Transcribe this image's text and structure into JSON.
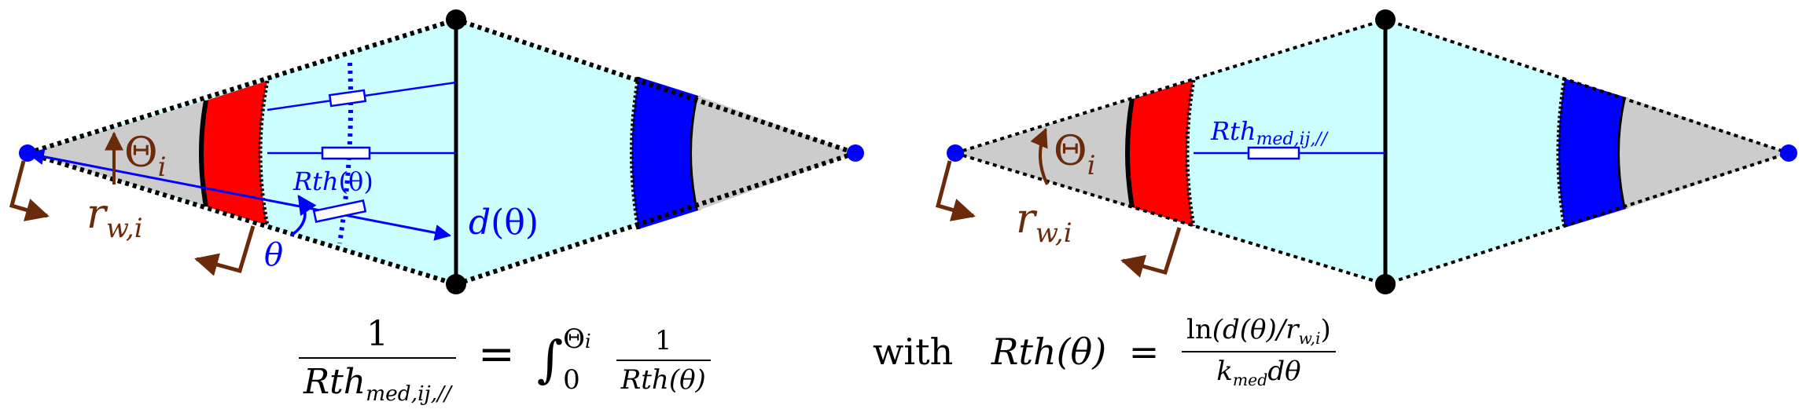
{
  "colors": {
    "cell_fill": "#ccffff",
    "sector_grey": "#cccccc",
    "red_block": "#ff0000",
    "blue_block": "#0000ff",
    "annotation_blue": "#0000ff",
    "annotation_brown": "#6b2a0a",
    "node_black": "#000000"
  },
  "left_panel": {
    "theta_i_label": "Θ",
    "theta_i_sub": "i",
    "rw_label": "r",
    "rw_sub": "w,i",
    "rth_theta_label": "Rth",
    "rth_theta_arg": "(θ)",
    "theta_label": "θ",
    "d_theta_label": "d",
    "d_theta_arg": "(θ)"
  },
  "right_panel": {
    "theta_i_label": "Θ",
    "theta_i_sub": "i",
    "rw_label": "r",
    "rw_sub": "w,i",
    "rth_med_label": "Rth",
    "rth_med_sub": "med,ij,//"
  },
  "formula": {
    "lhs_num": "1",
    "lhs_den": "Rth",
    "lhs_den_sub": "med,ij,//",
    "equals": "=",
    "integral": "∫",
    "int_upper": "Θ",
    "int_upper_sub": "i",
    "int_lower": "0",
    "rhs_num": "1",
    "rhs_den": "Rth(θ)",
    "with": "with",
    "def_lhs": "Rth(θ)",
    "def_equals": "=",
    "def_num_ln": "ln",
    "def_num_arg": "(d(θ)/r",
    "def_num_sub": "w,i",
    "def_num_close": ")",
    "def_den": "k",
    "def_den_sub": "med",
    "def_den_tail": "dθ"
  }
}
